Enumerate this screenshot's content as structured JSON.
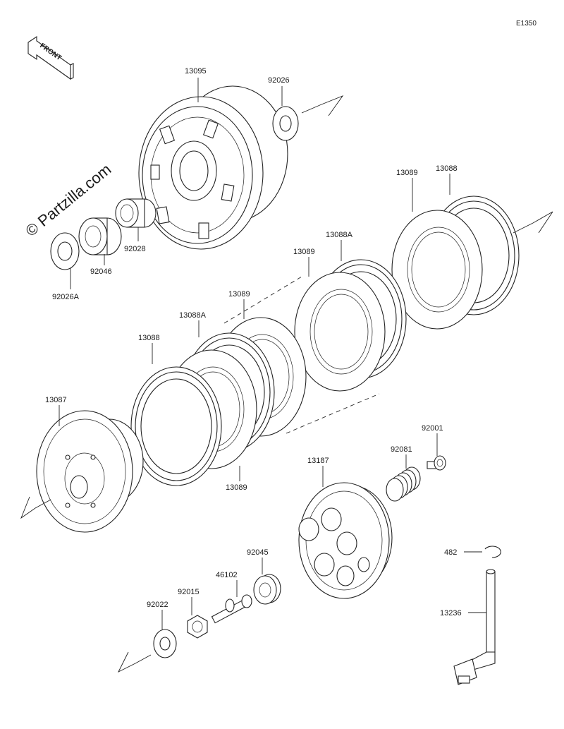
{
  "diagram_code": "E1350",
  "front_label": "FRONT",
  "watermark": "© Partzilla.com",
  "parts": {
    "p13095": "13095",
    "p92026": "92026",
    "p13088_top": "13088",
    "p13089_top": "13089",
    "p13088A_mid": "13088A",
    "p13089_mid": "13089",
    "p13089_center": "13089",
    "p13088A_left": "13088A",
    "p13088_left": "13088",
    "p13089_bottom": "13089",
    "p92028": "92028",
    "p92046": "92046",
    "p92026A": "92026A",
    "p13087": "13087",
    "p92001": "92001",
    "p92081": "92081",
    "p13187": "13187",
    "p92045": "92045",
    "p46102": "46102",
    "p92015": "92015",
    "p92022": "92022",
    "p482": "482",
    "p13236": "13236"
  }
}
